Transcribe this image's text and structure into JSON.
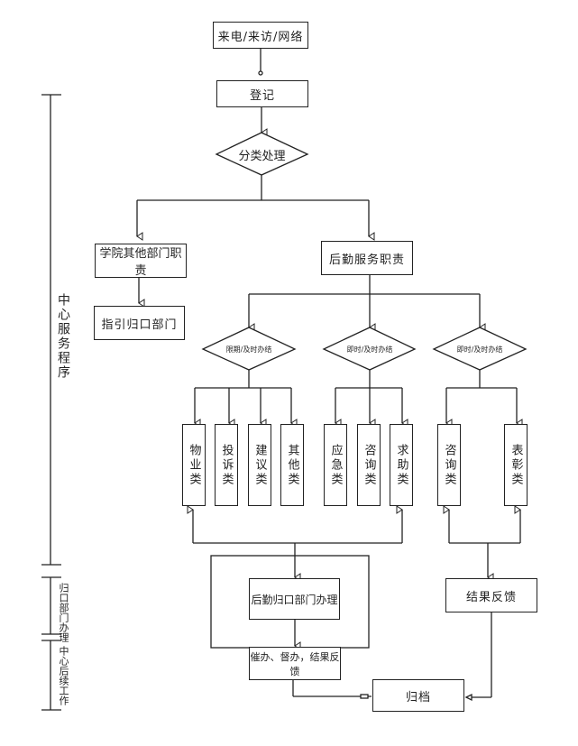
{
  "diagram": {
    "nodes": {
      "input": "来电/来访/网络",
      "register": "登记",
      "classify": "分类处理",
      "other_dept": "学院其他部门职责",
      "guide_dept": "指引归口部门",
      "logistics": "后勤服务职责",
      "decision_deadline": "限期/及时办结",
      "decision_instant_1": "即时/及时办结",
      "decision_instant_2": "即时/及时办结",
      "cat_property": "物业类",
      "cat_complaint": "投诉类",
      "cat_suggestion": "建议类",
      "cat_other": "其他类",
      "cat_emergency": "应急类",
      "cat_consult_1": "咨询类",
      "cat_help": "求助类",
      "cat_consult_2": "咨询类",
      "cat_praise": "表彰类",
      "logistics_dept_handle": "后勤归口部门办理",
      "result_feedback": "结果反馈",
      "followup": "催办、督办，结果反馈",
      "archive": "归档"
    },
    "side_labels": {
      "service_procedure": "中心服务程序",
      "dept_handling": "归口部门办理",
      "followup_work": "中心后续工作"
    },
    "colors": {
      "line": "#222222",
      "background": "#ffffff"
    }
  }
}
